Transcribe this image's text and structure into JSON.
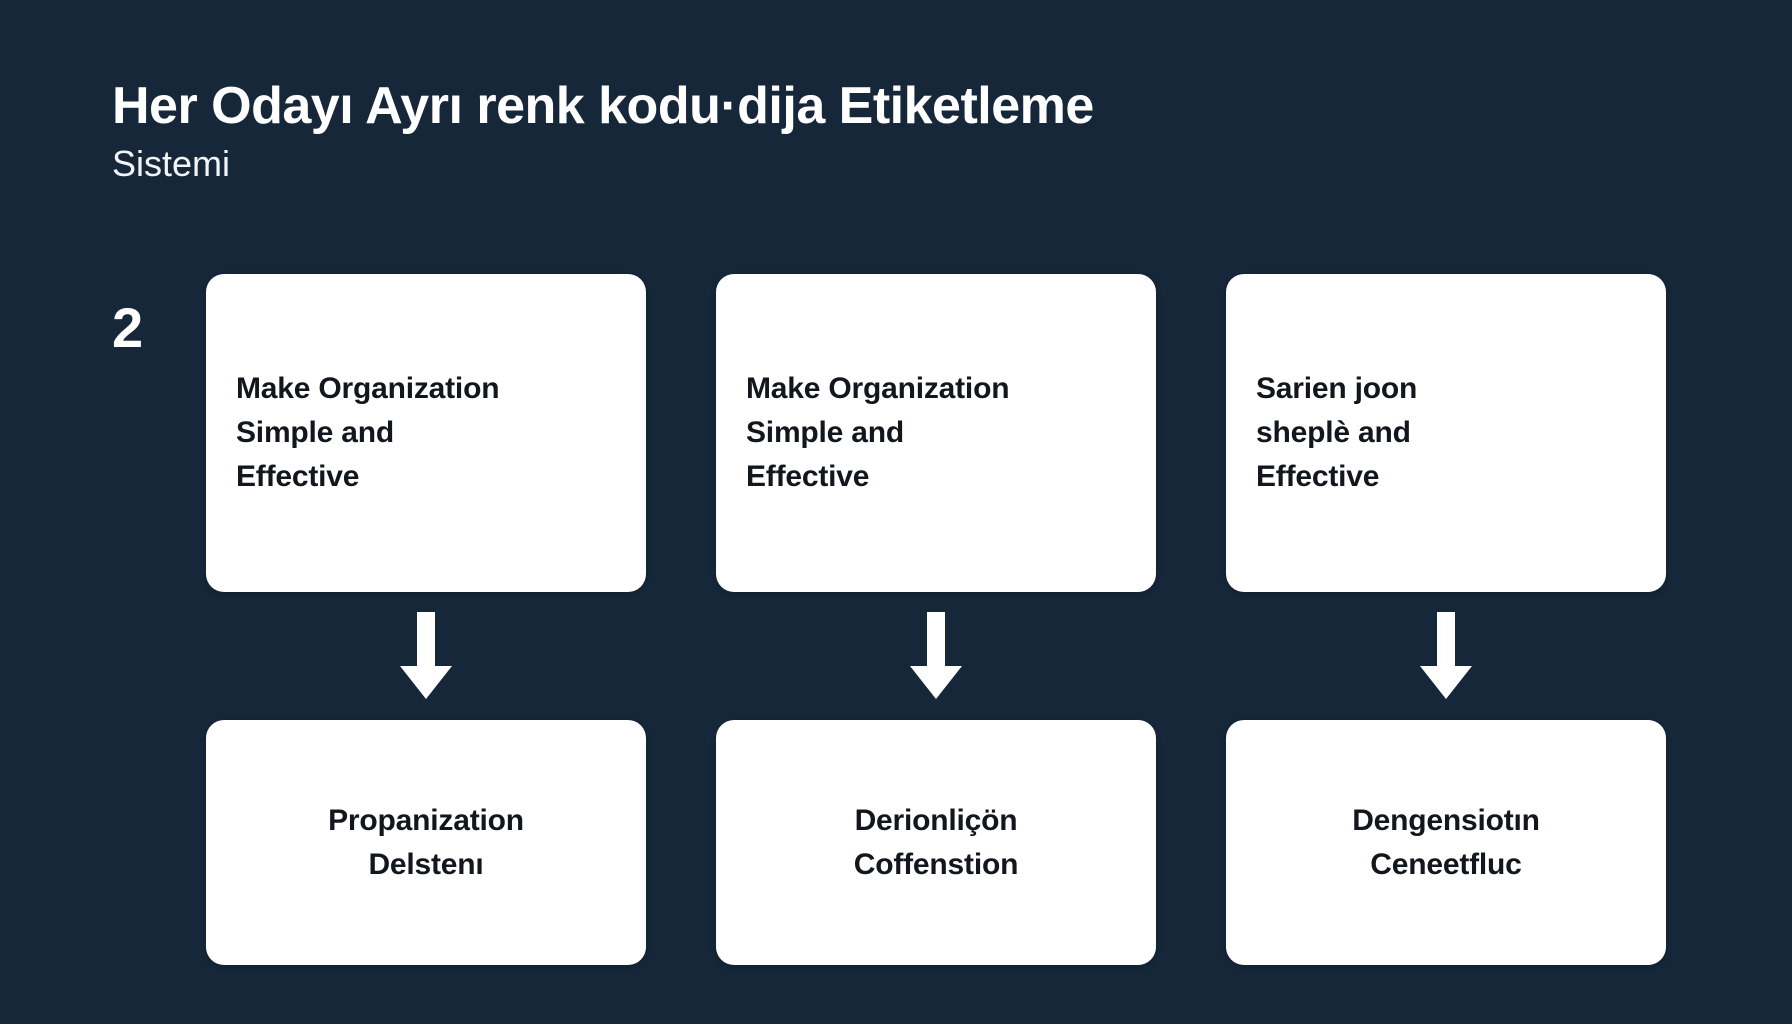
{
  "theme": {
    "background_color": "#16273a",
    "card_color": "#ffffff",
    "title_color": "#ffffff",
    "card_text_color": "#12161d",
    "arrow_color": "#ffffff"
  },
  "header": {
    "title": "Her Odayı Ayrı renk kodu·dija Etiketleme",
    "subtitle": "Sistemi"
  },
  "step": {
    "number": "2"
  },
  "columns": [
    {
      "top_card": {
        "line1": "Make Organization",
        "line2": "Simple and",
        "line3": "Effective"
      },
      "arrow": "arrow-down-icon",
      "bottom_card": {
        "line1": "Propanization",
        "line2": "Delstenı"
      }
    },
    {
      "top_card": {
        "line1": "Make Organization",
        "line2": "Simple and",
        "line3": "Effective"
      },
      "arrow": "arrow-down-icon",
      "bottom_card": {
        "line1": "Derionliçön",
        "line2": "Coffenstion"
      }
    },
    {
      "top_card": {
        "line1": "Sarien joon",
        "line2": "sheplè and",
        "line3": "Effective"
      },
      "arrow": "arrow-down-icon",
      "bottom_card": {
        "line1": "Dengensiotın",
        "line2": "Ceneetfluc"
      }
    }
  ]
}
